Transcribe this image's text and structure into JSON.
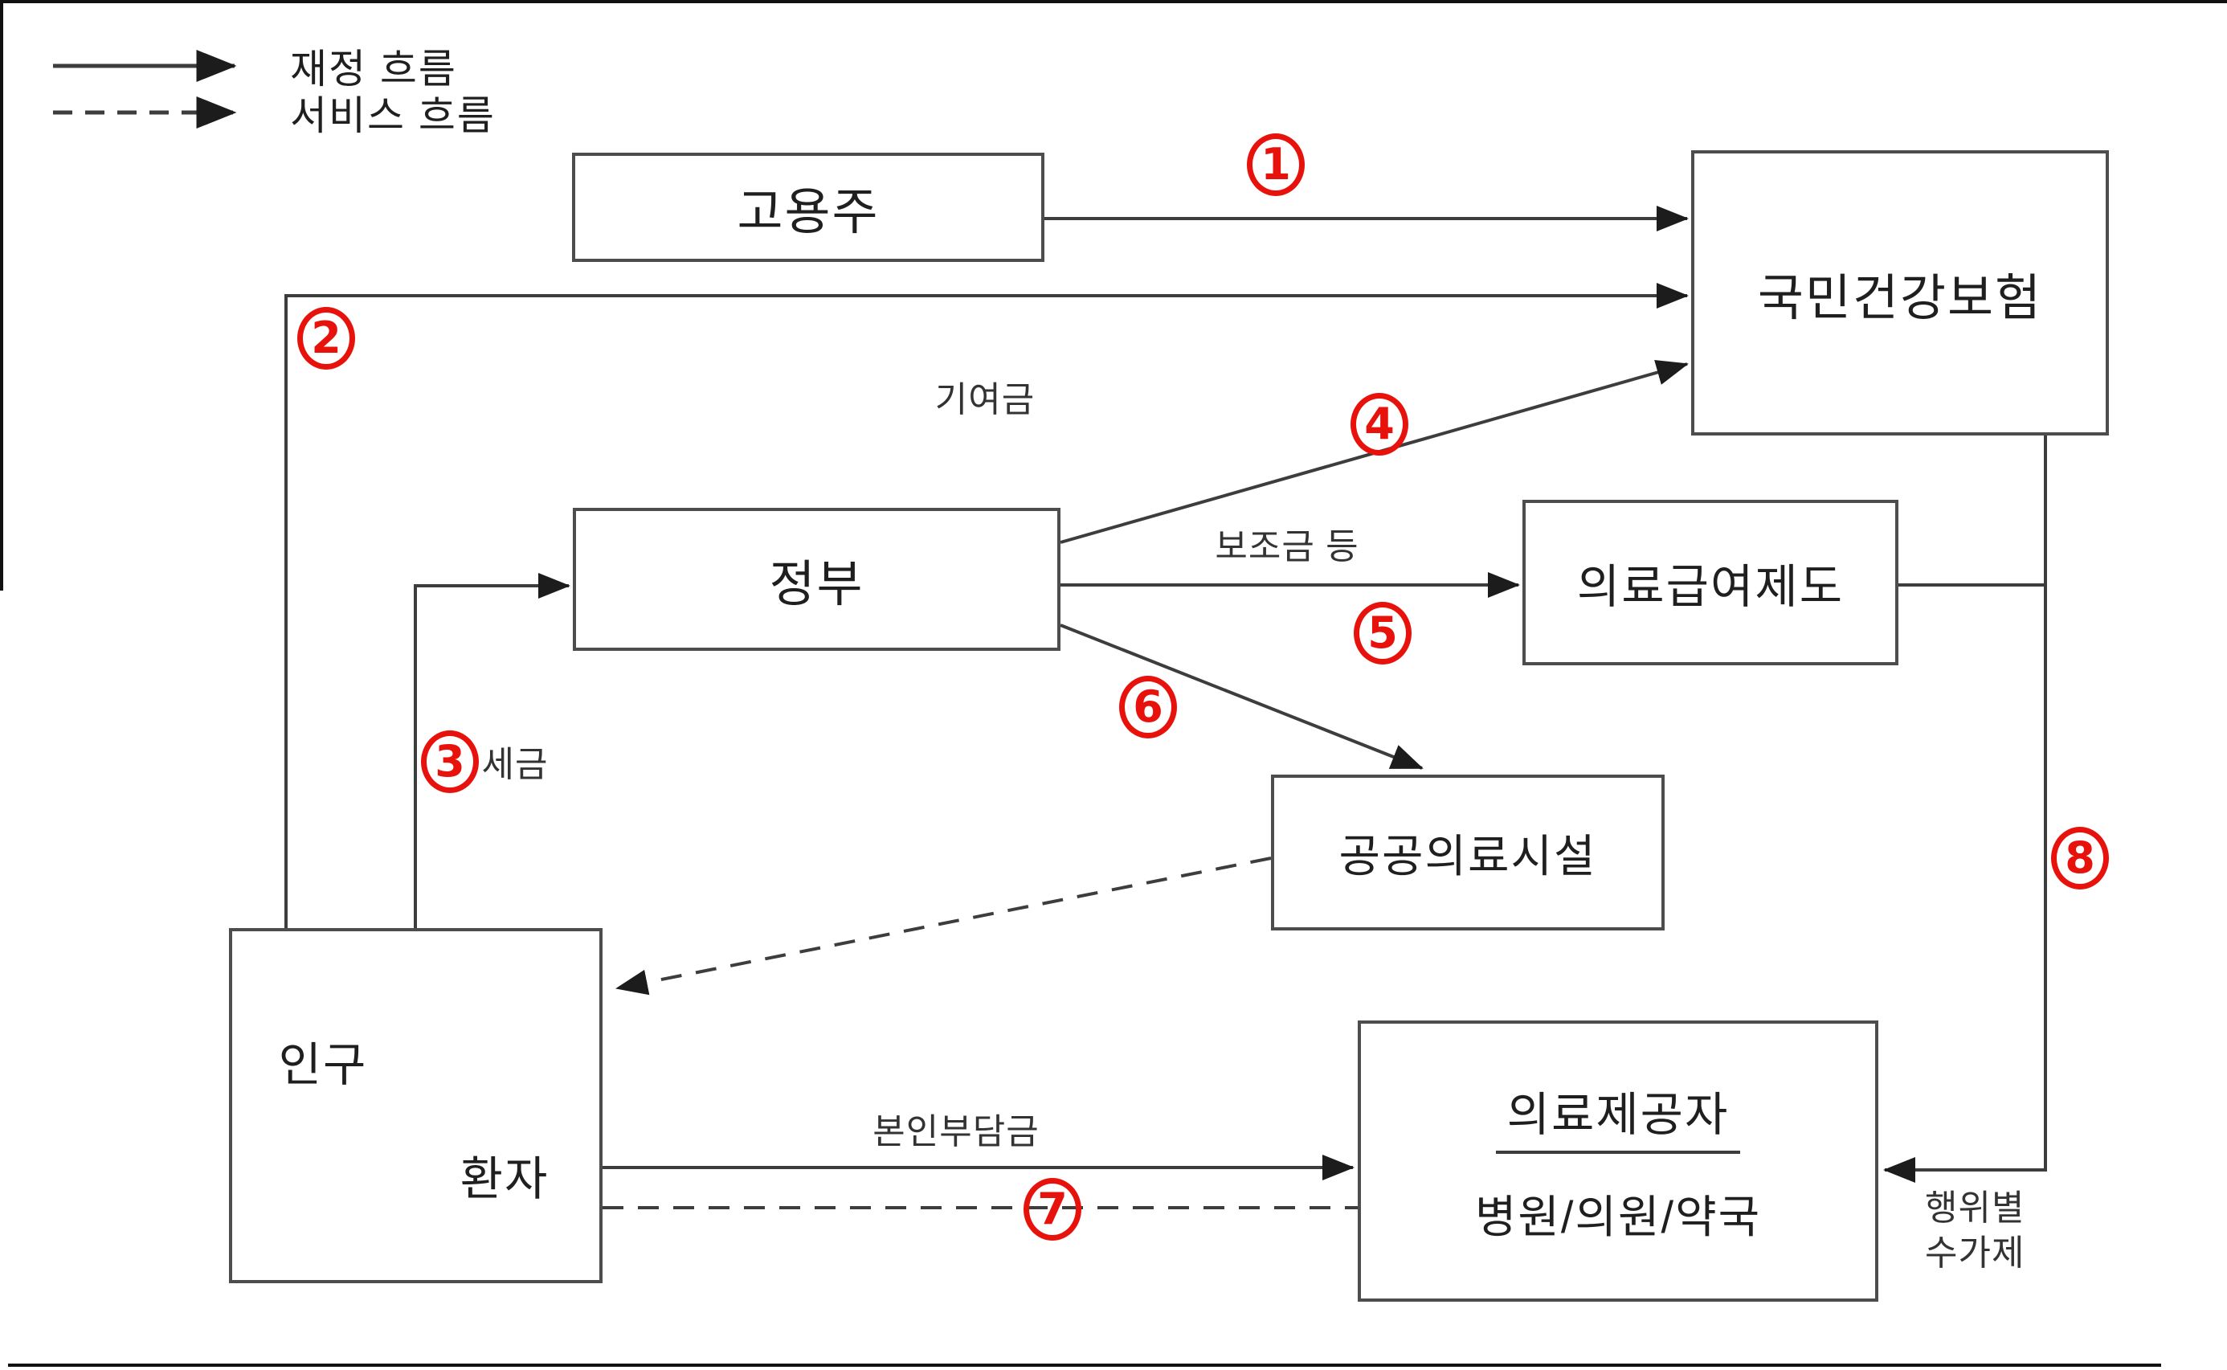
{
  "legend": {
    "financial": {
      "label": "재정 흐름",
      "style": "solid"
    },
    "service": {
      "label": "서비스 흐름",
      "style": "dashed"
    }
  },
  "nodes": {
    "employer": {
      "label": "고용주"
    },
    "nhi": {
      "label": "국민건강보험"
    },
    "government": {
      "label": "정부"
    },
    "medical_aid": {
      "label": "의료급여제도"
    },
    "public_facility": {
      "label": "공공의료시설"
    },
    "population": {
      "label": "인구"
    },
    "patient": {
      "label": "환자"
    },
    "provider": {
      "title": "의료제공자",
      "subtitle": "병원/의원/약국"
    }
  },
  "edge_labels": {
    "contribution": "기여금",
    "subsidy": "보조금 등",
    "tax": "세금",
    "copayment": "본인부담금",
    "fee_for_service_line1": "행위별",
    "fee_for_service_line2": "수가제"
  },
  "markers": {
    "n1": "1",
    "n2": "2",
    "n3": "3",
    "n4": "4",
    "n5": "5",
    "n6": "6",
    "n7": "7",
    "n8": "8"
  },
  "colors": {
    "marker_red": "#e8120c",
    "line_gray": "#3d3d3d",
    "text_dark": "#1f1f1f"
  }
}
